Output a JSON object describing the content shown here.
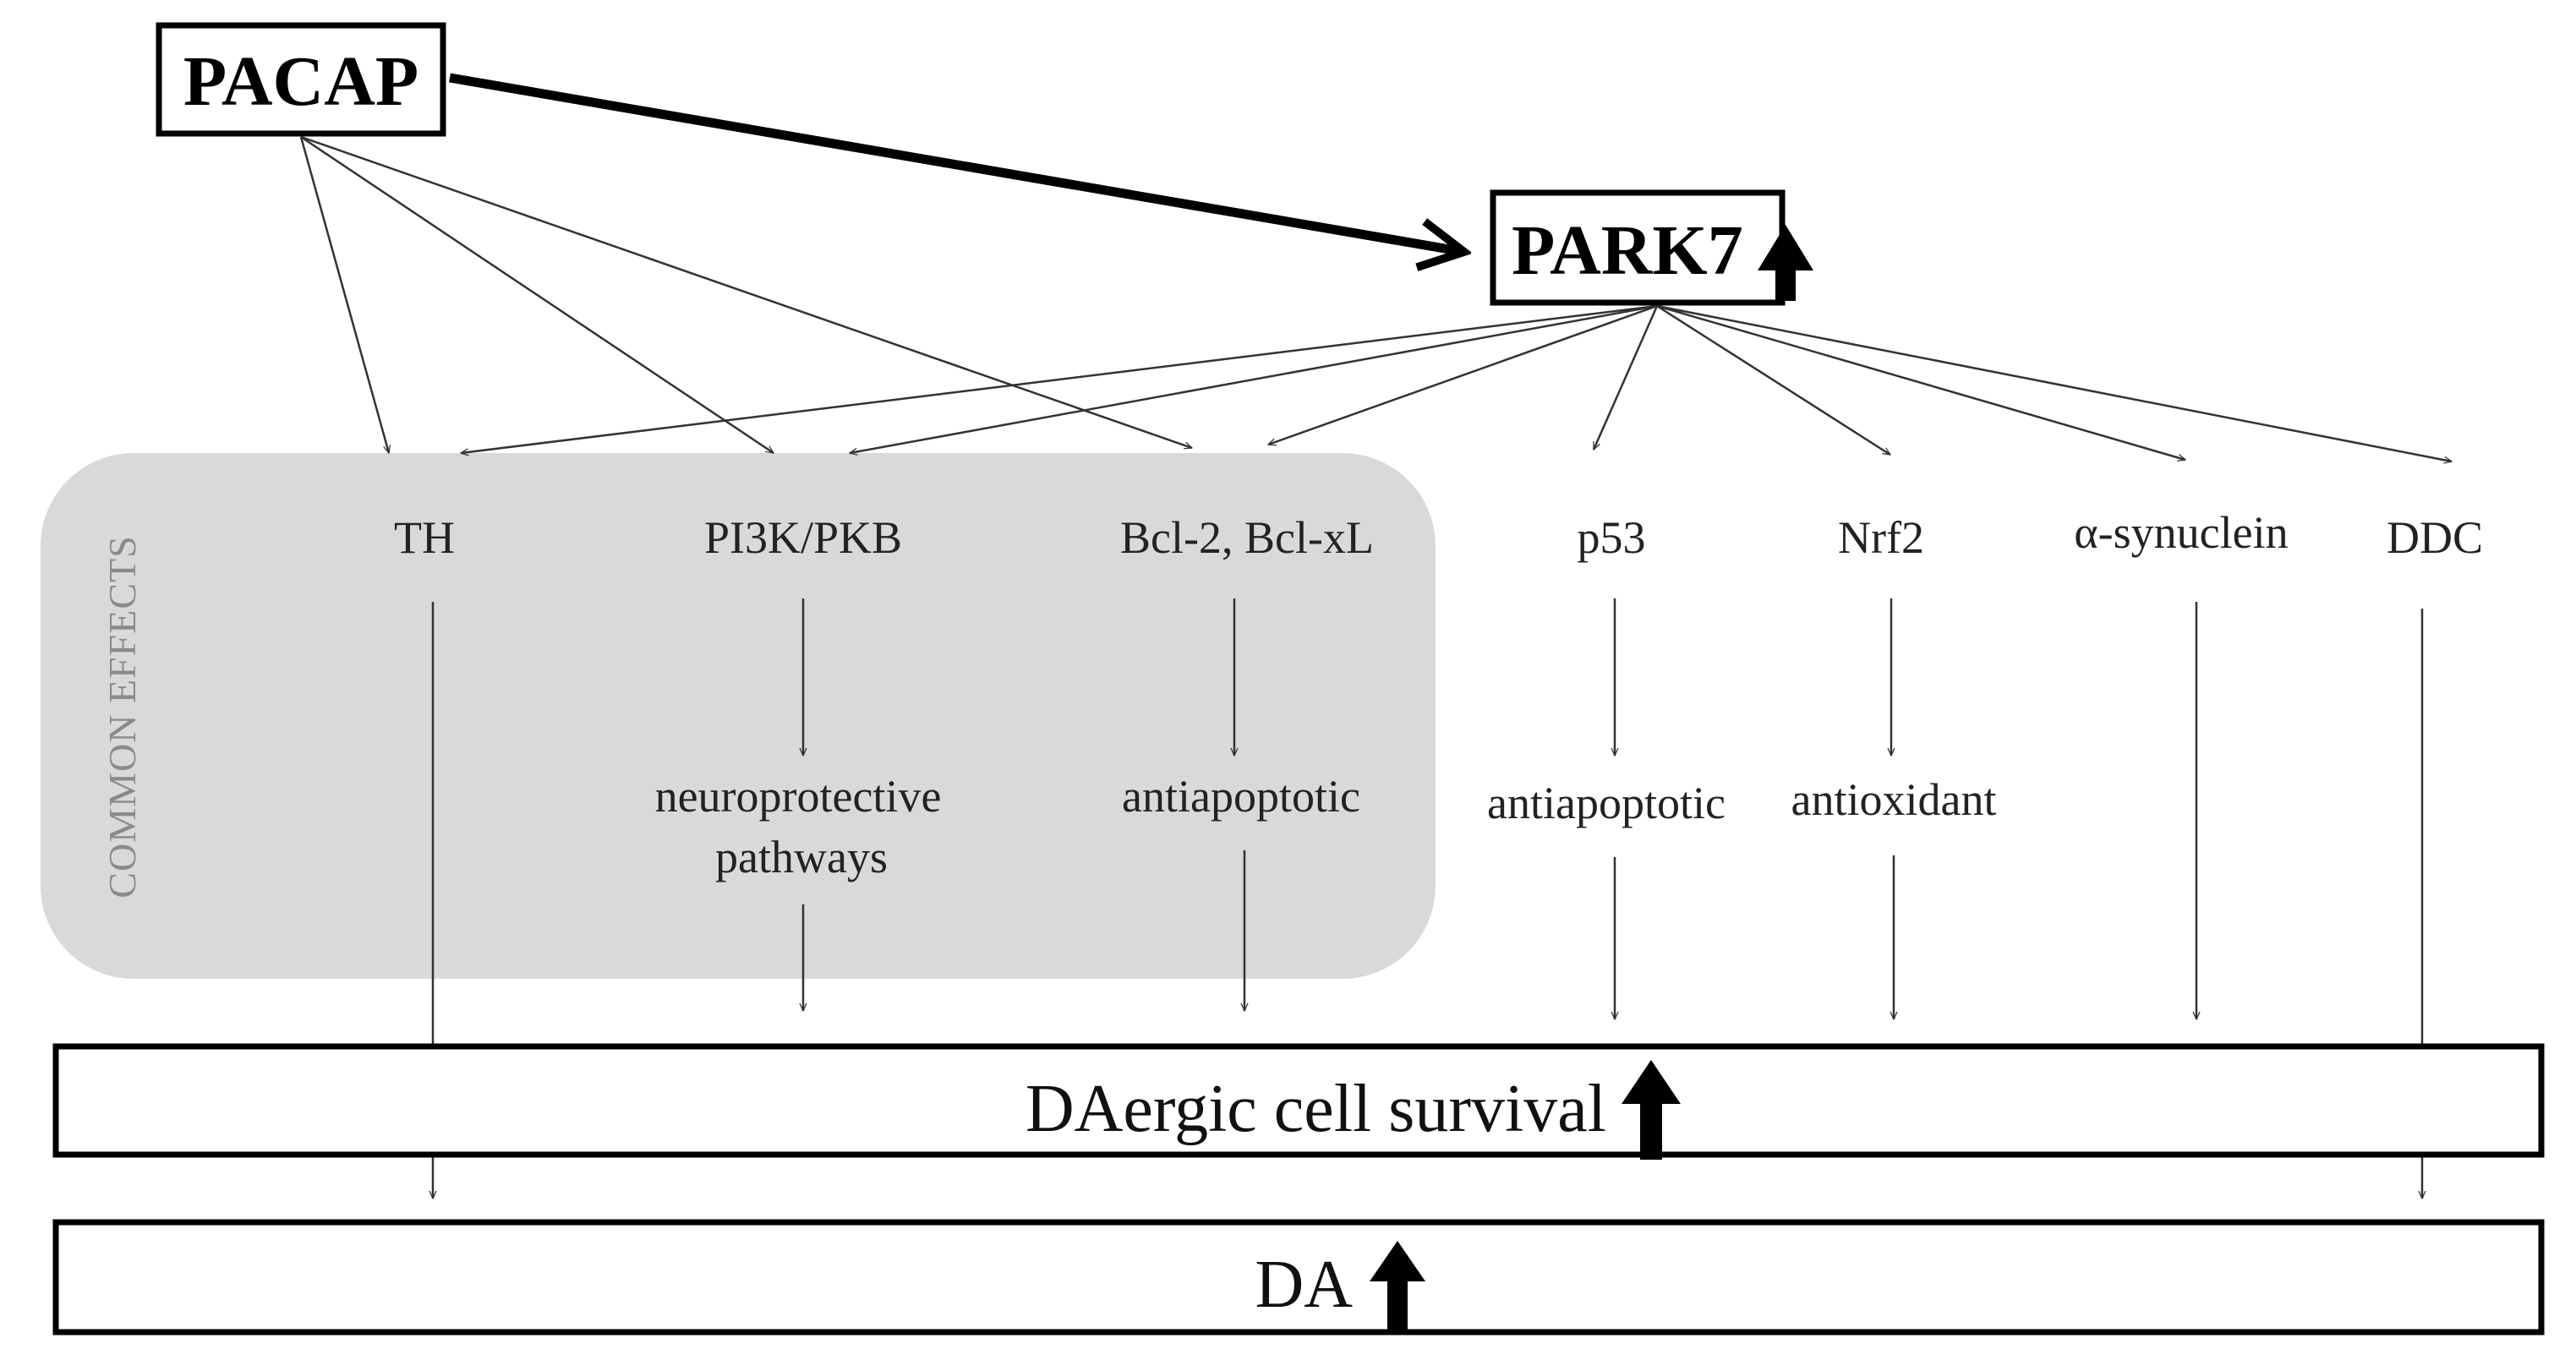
{
  "panel": {
    "label": "COMMON EFFECTS",
    "color": "#d9d9d9"
  },
  "sources": {
    "pacap": {
      "label": "PACAP"
    },
    "park7": {
      "label": "PARK7",
      "indicator": "up-arrow-icon"
    }
  },
  "targets": [
    {
      "id": "th",
      "label": "TH",
      "effect": []
    },
    {
      "id": "pi3k",
      "label": "PI3K/PKB",
      "effect": [
        "neuroprotective",
        "pathways"
      ]
    },
    {
      "id": "bcl",
      "label": "Bcl-2, Bcl-xL",
      "effect": [
        "antiapoptotic"
      ]
    },
    {
      "id": "p53",
      "label": "p53",
      "effect": [
        "antiapoptotic"
      ]
    },
    {
      "id": "nrf2",
      "label": "Nrf2",
      "effect": [
        "antioxidant"
      ]
    },
    {
      "id": "asyn",
      "label": "α-synuclein",
      "effect": []
    },
    {
      "id": "ddc",
      "label": "DDC",
      "effect": []
    }
  ],
  "outcomes": {
    "survival": {
      "label": "DAergic cell survival",
      "indicator": "up-arrow-icon"
    },
    "da": {
      "label": "DA",
      "indicator": "up-arrow-icon"
    }
  },
  "edges": {
    "pacap_to": [
      "park7",
      "th",
      "pi3k",
      "bcl"
    ],
    "park7_to": [
      "th",
      "pi3k",
      "bcl",
      "p53",
      "nrf2",
      "asyn",
      "ddc"
    ],
    "to_survival": [
      "pi3k",
      "bcl",
      "p53",
      "nrf2",
      "asyn"
    ],
    "to_da": [
      "th",
      "ddc"
    ]
  }
}
